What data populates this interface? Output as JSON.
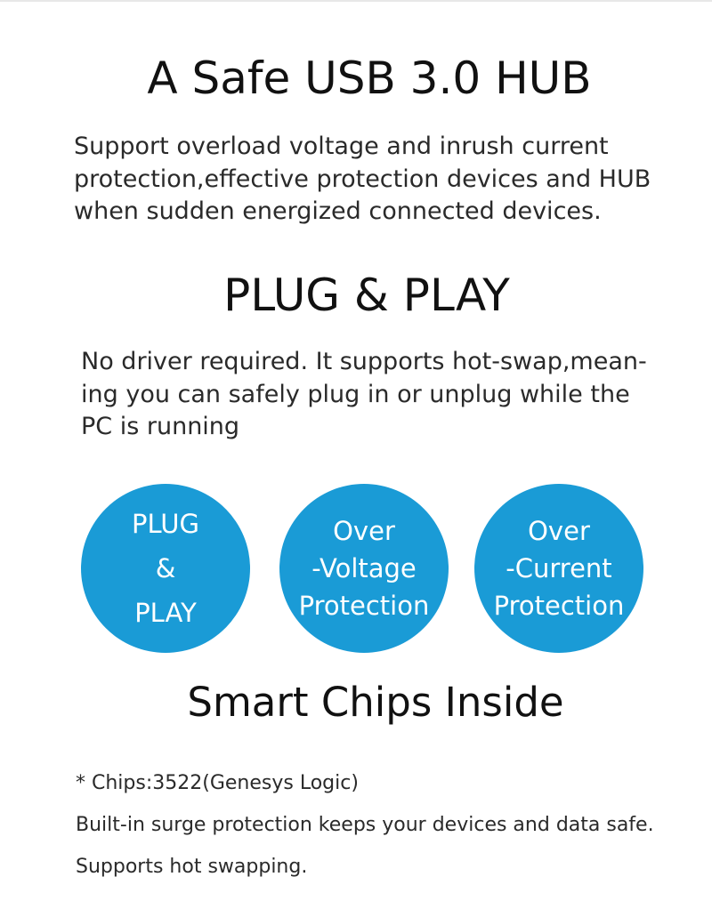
{
  "section1": {
    "title": "A Safe USB 3.0 HUB",
    "lines": [
      "Support overload voltage and inrush current",
      "protection,effective protection devices and HUB",
      "when sudden energized connected devices."
    ]
  },
  "section2": {
    "title": "PLUG & PLAY",
    "lines": [
      "No driver required. It supports hot-swap,mean-",
      "ing you can safely plug in or unplug while the",
      "PC is running"
    ]
  },
  "features": [
    {
      "lines": [
        "PLUG",
        "&",
        "PLAY"
      ]
    },
    {
      "lines": [
        "Over",
        "-Voltage",
        "Protection"
      ]
    },
    {
      "lines": [
        "Over",
        "-Current",
        "Protection"
      ]
    }
  ],
  "section3": {
    "title": "Smart Chips Inside",
    "notes": [
      "* Chips:3522(Genesys Logic)",
      "Built-in surge protection keeps your devices and data safe.",
      "Supports hot swapping."
    ]
  },
  "colors": {
    "circle_fill": "#1a9bd6",
    "circle_text": "#ffffff",
    "heading_text": "#111111",
    "body_text": "#2a2a2a"
  }
}
